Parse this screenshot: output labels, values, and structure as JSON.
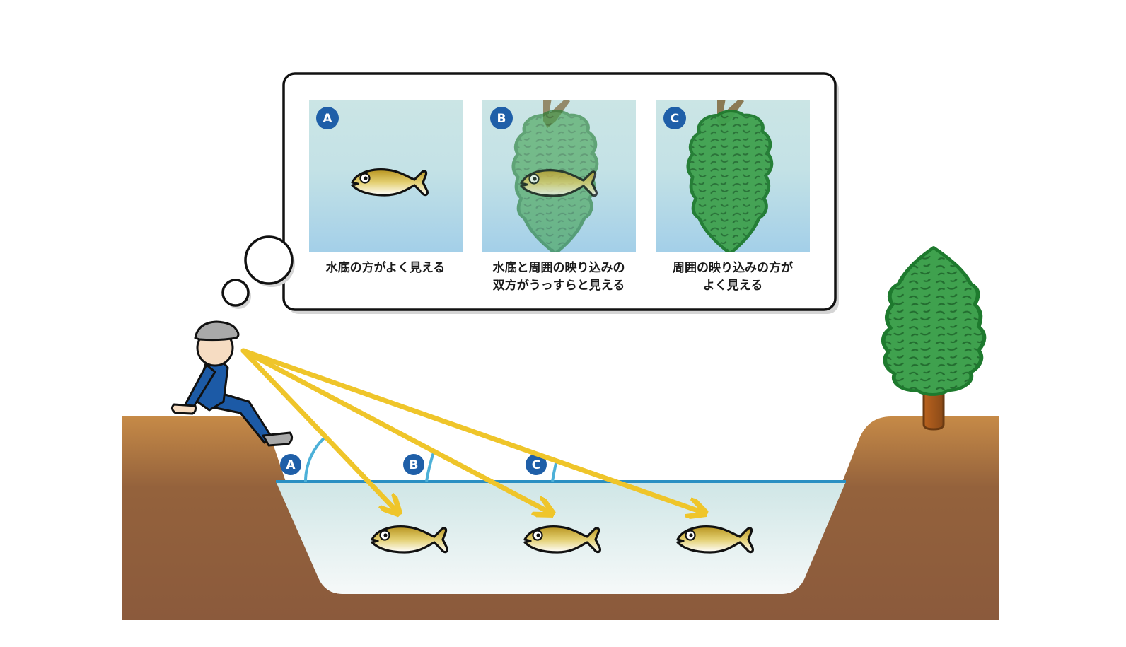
{
  "panels": [
    {
      "badge": "A",
      "caption_line1": "水底の方がよく見える",
      "caption_line2": ""
    },
    {
      "badge": "B",
      "caption_line1": "水底と周囲の映り込みの",
      "caption_line2": "双方がうっすらと見える"
    },
    {
      "badge": "C",
      "caption_line1": "周囲の映り込みの方が",
      "caption_line2": "よく見える"
    }
  ],
  "angle_labels": [
    "A",
    "B",
    "C"
  ],
  "colors": {
    "badge": "#1f5fa8",
    "sight_arrow": "#efc52a",
    "water_line": "#2a8fc2",
    "angle_arc": "#4cb0d8",
    "ground": "#8b5a3c",
    "ground_top": "#c68a47",
    "tree": "#3a9c4a",
    "person_clothes": "#1c5aa6"
  },
  "icons": [
    "person-icon",
    "tree-icon",
    "fish-icon",
    "thought-bubble-icon"
  ]
}
